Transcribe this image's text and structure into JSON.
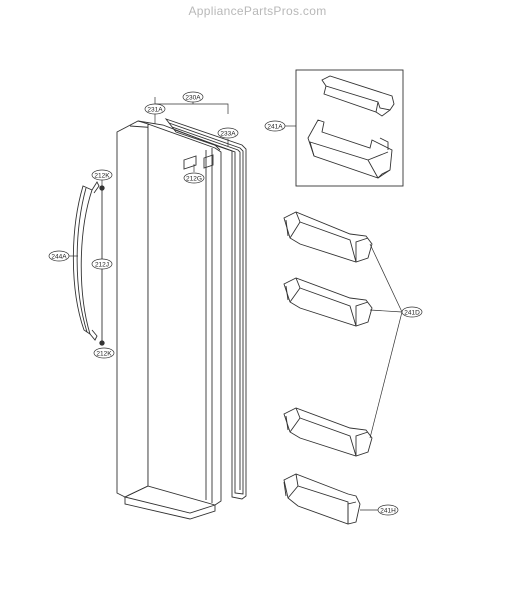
{
  "watermark": "AppliancePartsPros.com",
  "callouts": {
    "c230A": "230A",
    "c231A": "231A",
    "c233A": "233A",
    "c212G": "212G",
    "c212K_top": "212K",
    "c212J": "212J",
    "c244A": "244A",
    "c212K_bottom": "212K",
    "c241A": "241A",
    "c241D": "241D",
    "c241H": "241H"
  },
  "colors": {
    "line": "#333333",
    "fill": "#ffffff",
    "watermark": "#b8b8b8"
  }
}
